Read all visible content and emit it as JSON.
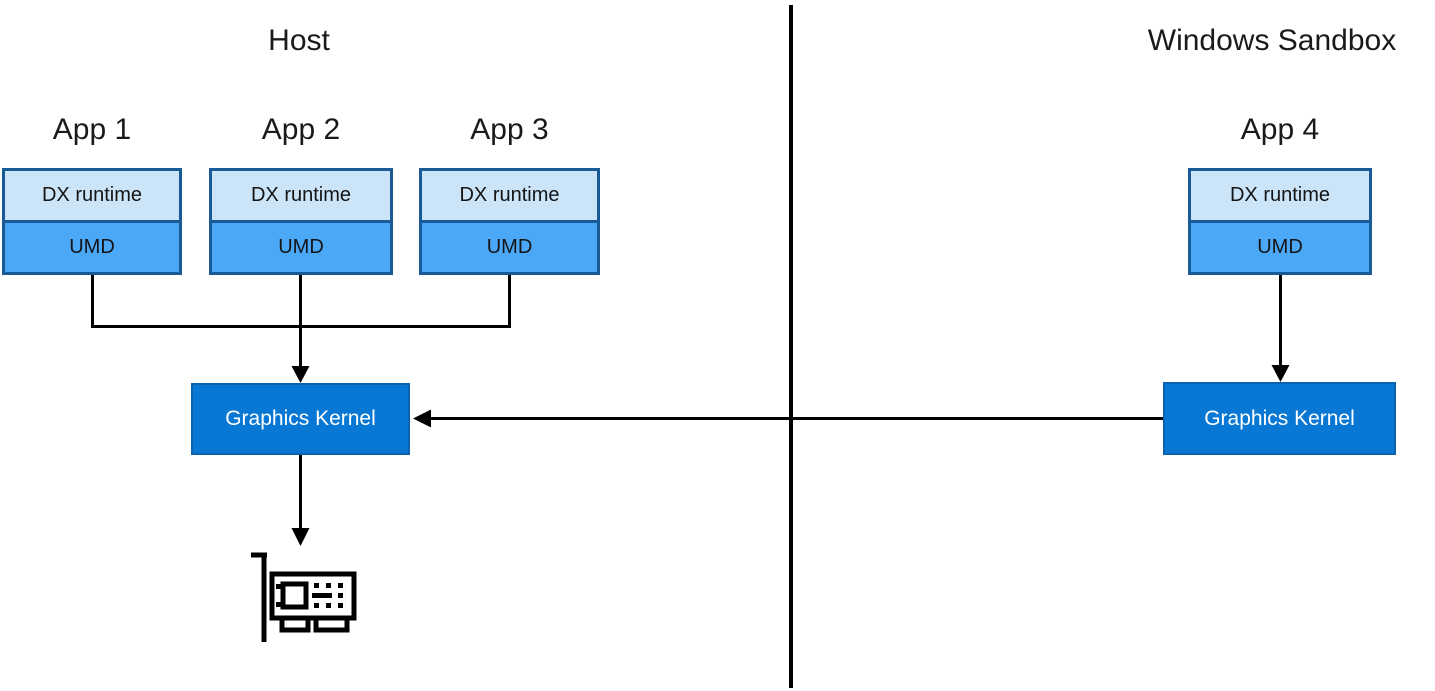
{
  "host": {
    "title": "Host",
    "apps": [
      {
        "name": "App 1",
        "layers": {
          "dx": "DX runtime",
          "umd": "UMD"
        }
      },
      {
        "name": "App 2",
        "layers": {
          "dx": "DX runtime",
          "umd": "UMD"
        }
      },
      {
        "name": "App 3",
        "layers": {
          "dx": "DX runtime",
          "umd": "UMD"
        }
      }
    ],
    "kernel": {
      "label": "Graphics Kernel"
    }
  },
  "sandbox": {
    "title": "Windows Sandbox",
    "apps": [
      {
        "name": "App 4",
        "layers": {
          "dx": "DX runtime",
          "umd": "UMD"
        }
      }
    ],
    "kernel": {
      "label": "Graphics Kernel"
    }
  },
  "icons": {
    "gpu": "gpu-card-icon"
  },
  "colors": {
    "dx_fill": "#CBE4F8",
    "umd_fill": "#4AA8F7",
    "app_border": "#1A5A96",
    "kernel_fill": "#0878D4",
    "kernel_border": "#0B62AE",
    "kernel_text": "#FFFFFF",
    "line": "#000000",
    "background": "#FFFFFF"
  }
}
